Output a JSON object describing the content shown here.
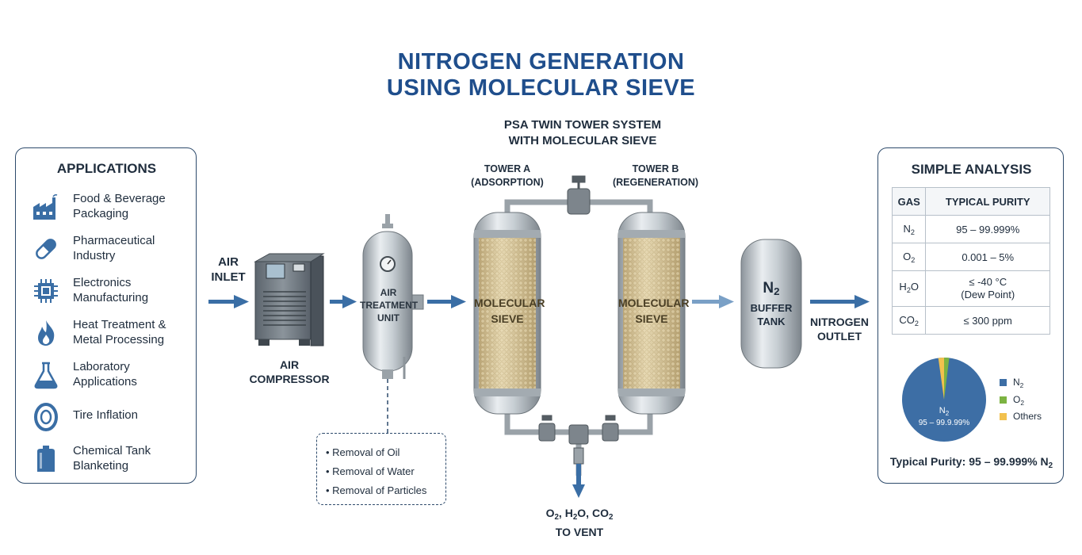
{
  "title": {
    "line1": "NITROGEN GENERATION",
    "line2": "USING MOLECULAR SIEVE"
  },
  "psa": {
    "line1": "PSA TWIN TOWER SYSTEM",
    "line2": "WITH MOLECULAR SIEVE"
  },
  "applications": {
    "title": "APPLICATIONS",
    "items": [
      {
        "line1": "Food & Beverage",
        "line2": "Packaging",
        "icon": "factory-icon"
      },
      {
        "line1": "Pharmaceutical",
        "line2": "Industry",
        "icon": "capsule-icon"
      },
      {
        "line1": "Electronics",
        "line2": "Manufacturing",
        "icon": "chip-icon"
      },
      {
        "line1": "Heat Treatment &",
        "line2": "Metal Processing",
        "icon": "flame-icon"
      },
      {
        "line1": "Laboratory",
        "line2": "Applications",
        "icon": "flask-icon"
      },
      {
        "line1": "Tire Inflation",
        "line2": "",
        "icon": "tire-icon"
      },
      {
        "line1": "Chemical Tank",
        "line2": "Blanketing",
        "icon": "tank-icon"
      }
    ]
  },
  "air_inlet": {
    "line1": "AIR",
    "line2": "INLET"
  },
  "compressor": {
    "line1": "AIR",
    "line2": "COMPRESSOR"
  },
  "treatment": {
    "line1": "AIR",
    "line2": "TREATMENT",
    "line3": "UNIT"
  },
  "removal": [
    "Removal of Oil",
    "Removal of Water",
    "Removal of Particles"
  ],
  "tower_a": {
    "line1": "TOWER A",
    "line2": "(ADSORPTION)",
    "label1": "MOLECULAR",
    "label2": "SIEVE"
  },
  "tower_b": {
    "line1": "TOWER B",
    "line2": "(REGENERATION)",
    "label1": "MOLECULAR",
    "label2": "SIEVE"
  },
  "vent": {
    "gas_o2": "O",
    "gas_h2o": "H",
    "gas_co2": "CO",
    "sub2": "2",
    "line2": "TO VENT"
  },
  "buffer": {
    "n": "N",
    "sub": "2",
    "line1": "BUFFER",
    "line2": "TANK"
  },
  "outlet": {
    "line1": "NITROGEN",
    "line2": "OUTLET"
  },
  "analysis": {
    "title": "SIMPLE ANALYSIS",
    "headers": [
      "GAS",
      "TYPICAL PURITY"
    ],
    "rows": [
      {
        "gas": "N",
        "sub": "2",
        "after": "",
        "purity": "95 – 99.999%",
        "purity2": ""
      },
      {
        "gas": "O",
        "sub": "2",
        "after": "",
        "purity": "0.001 – 5%",
        "purity2": ""
      },
      {
        "gas": "H",
        "sub": "2",
        "after": "O",
        "purity": "≤ -40 °C",
        "purity2": "(Dew Point)"
      },
      {
        "gas": "CO",
        "sub": "2",
        "after": "",
        "purity": "≤ 300 ppm",
        "purity2": ""
      }
    ],
    "pie_label1": "N",
    "pie_label_sub": "2",
    "pie_label2": "95 – 99.9.99%",
    "legend": [
      {
        "name": "N",
        "sub": "2",
        "color": "#3d6ea5"
      },
      {
        "name": "O",
        "sub": "2",
        "color": "#7cb342"
      },
      {
        "name": "Others",
        "sub": "",
        "color": "#f2c14e"
      }
    ],
    "footer": "Typical Purity: 95 – 99.999% N",
    "footer_sub": "2"
  },
  "colors": {
    "accent": "#1f4e8c",
    "arrow": "#3a6ea5",
    "sieve": "#d8c79a"
  }
}
